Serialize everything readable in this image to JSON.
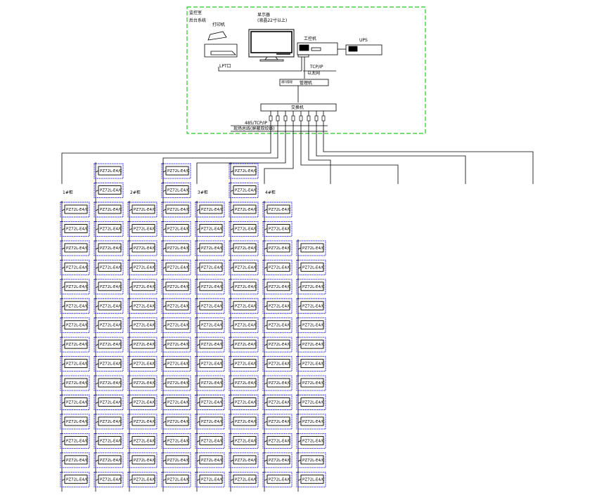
{
  "station": {
    "label1": "监控室",
    "label2": "后台系统"
  },
  "printer": {
    "label": "打印机",
    "port": "LPT口"
  },
  "monitor": {
    "label1": "显示器",
    "label2": "(液晶22寸以上)"
  },
  "host": {
    "label": "工控机"
  },
  "ups": {
    "label": "UPS"
  },
  "network": {
    "label1": "TCP/IP",
    "label2": "以太网"
  },
  "manager": {
    "prefix": "通讯管理",
    "label": "管理机"
  },
  "switch": {
    "label": "交换机"
  },
  "bus": {
    "label1": "485/TCP/IP",
    "label2": "现场总线(屏蔽双绞线)"
  },
  "module_label": "PZ72L-E4/C",
  "columns": [
    {
      "label": "1#柜",
      "count": 15
    },
    {
      "label": "",
      "count": 17
    },
    {
      "label": "2#柜",
      "count": 15
    },
    {
      "label": "",
      "count": 17
    },
    {
      "label": "3#柜",
      "count": 15
    },
    {
      "label": "",
      "count": 17
    },
    {
      "label": "4#柜",
      "count": 15
    },
    {
      "label": "",
      "count": 13
    }
  ],
  "colors": {
    "frame": "#22cc22",
    "module": "#0000ee",
    "line": "#000000"
  }
}
